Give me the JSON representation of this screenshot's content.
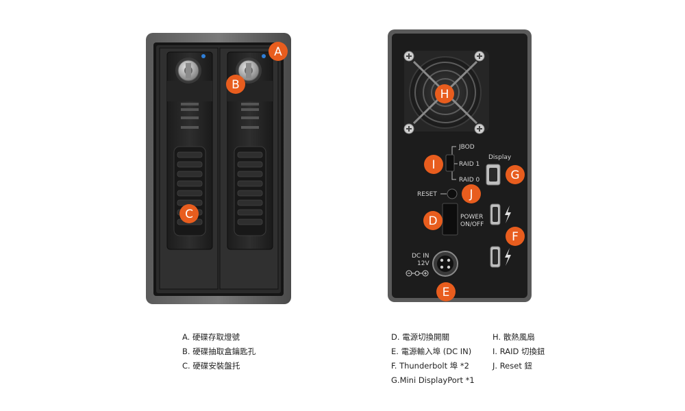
{
  "callouts": {
    "a": "A",
    "b": "B",
    "c": "C",
    "d": "D",
    "e": "E",
    "f": "F",
    "g": "G",
    "h": "H",
    "i": "I",
    "j": "J"
  },
  "back_panel": {
    "switch_jbod": "JBOD",
    "switch_raid1": "RAID 1",
    "switch_raid0": "RAID 0",
    "display_label": "Display",
    "reset_label": "RESET",
    "power_label_1": "POWER",
    "power_label_2": "ON/OFF",
    "dcin_label_1": "DC IN",
    "dcin_label_2": "12V"
  },
  "legend": {
    "col1": [
      "A. 硬碟存取燈號",
      "B. 硬碟抽取盒鑰匙孔",
      "C. 硬碟安裝盤托"
    ],
    "col2": [
      "D. 電源切換開關",
      "E. 電源輸入埠 (DC IN)",
      "F. Thunderbolt 埠 *2",
      "G.Mini DisplayPort *1"
    ],
    "col3": [
      "H. 散熱風扇",
      "I. RAID 切換鈕",
      "J. Reset 鈕"
    ]
  },
  "colors": {
    "callout": "#e85d1e",
    "chassis": "#2b2b2b",
    "led": "#2f7fd8"
  }
}
